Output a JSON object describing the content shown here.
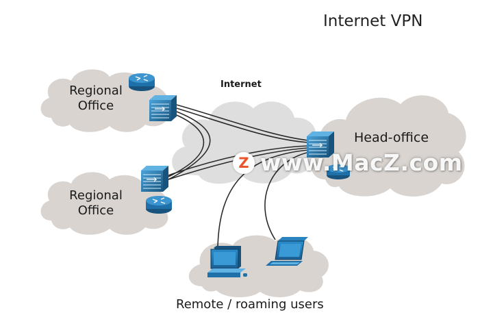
{
  "title": "Internet VPN",
  "labels": {
    "internet": "Internet",
    "regional_office_top": [
      "Regional",
      "Office"
    ],
    "regional_office_bottom": [
      "Regional",
      "Office"
    ],
    "head_office": "Head-office",
    "remote_users": "Remote / roaming users"
  },
  "watermark": {
    "badge_letter": "Z",
    "text": "www.MacZ.com"
  },
  "icons": [
    "cloud-icon",
    "router-icon",
    "firewall-icon",
    "laptop-icon",
    "desktop-pc-icon"
  ],
  "colors": {
    "cloud": "#d9d4d0",
    "internet_cloud": "#dedede",
    "device_blue": "#1f6fa8",
    "device_dark": "#17537d",
    "tunnel_line": "#2b2b2b"
  }
}
